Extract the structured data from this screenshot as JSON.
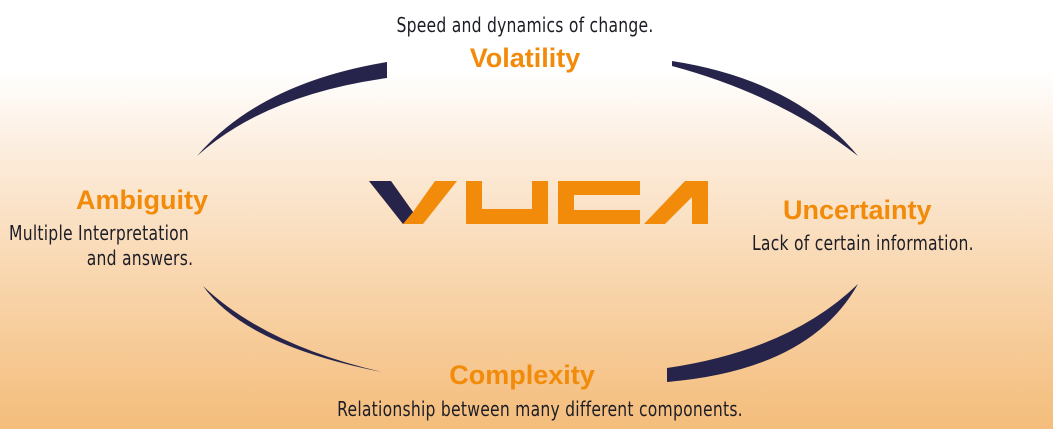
{
  "center_logo": "VUCA",
  "colors": {
    "accent": "#f28a0a",
    "arc": "#26244a",
    "text": "#1d1d26"
  },
  "quadrants": {
    "volatility": {
      "title": "Volatility",
      "description": "Speed and dynamics of change."
    },
    "uncertainty": {
      "title": "Uncertainty",
      "description": "Lack of certain information."
    },
    "complexity": {
      "title": "Complexity",
      "description": "Relationship between many different components."
    },
    "ambiguity": {
      "title": "Ambiguity",
      "description_lines": [
        "Multiple Interpretation",
        "and answers."
      ]
    }
  }
}
